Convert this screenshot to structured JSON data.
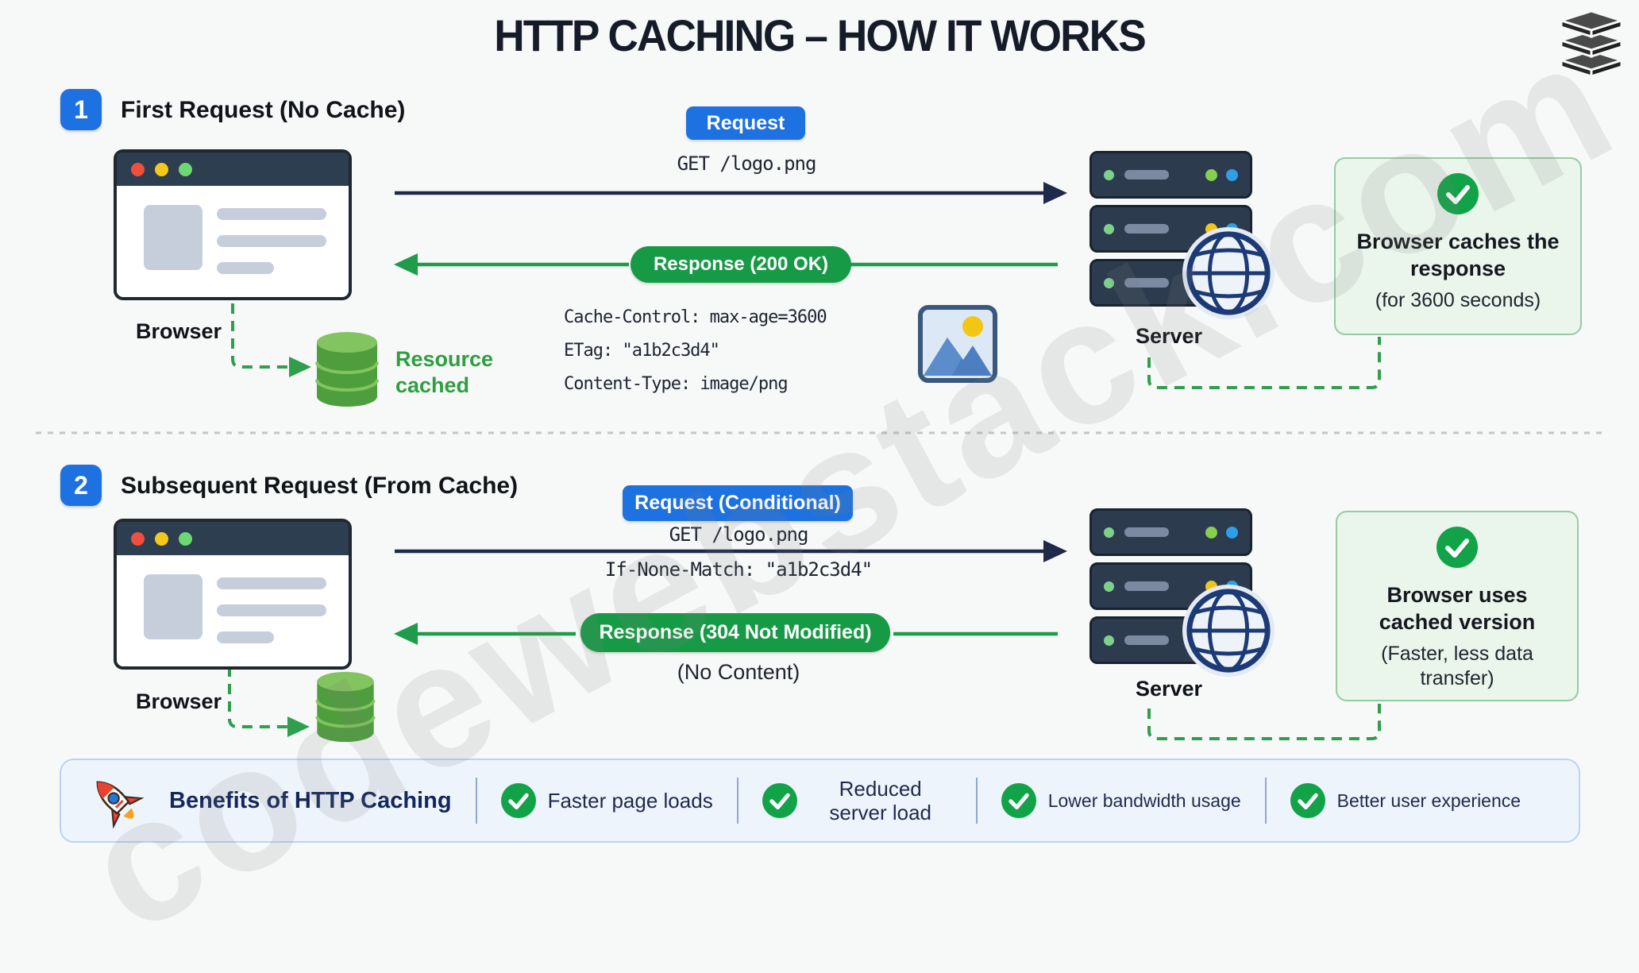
{
  "title": "HTTP CACHING – HOW IT WORKS",
  "watermark": "codewebstack.com",
  "sections": [
    {
      "number": "1",
      "heading": "First Request (No Cache)",
      "browser_label": "Browser",
      "cache_label": "Resource cached",
      "request_badge": "Request",
      "request_lines": [
        "GET /logo.png"
      ],
      "response_badge": "Response (200 OK)",
      "response_lines": [
        "Cache-Control: max-age=3600",
        "ETag: \"a1b2c3d4\"",
        "Content-Type: image/png"
      ],
      "server_label": "Server",
      "note_title": "Browser caches the response",
      "note_subtitle": "(for 3600 seconds)"
    },
    {
      "number": "2",
      "heading": "Subsequent Request (From Cache)",
      "browser_label": "Browser",
      "request_badge": "Request (Conditional)",
      "request_lines": [
        "GET /logo.png",
        "If-None-Match: \"a1b2c3d4\""
      ],
      "response_badge": "Response (304 Not Modified)",
      "response_note": "(No Content)",
      "server_label": "Server",
      "note_title": "Browser uses cached version",
      "note_subtitle": "(Faster, less data transfer)"
    }
  ],
  "benefits": {
    "heading": "Benefits of HTTP Caching",
    "items": [
      "Faster page loads",
      "Reduced server load",
      "Lower bandwidth usage",
      "Better user experience"
    ]
  },
  "colors": {
    "accent_blue": "#1d71e0",
    "accent_green": "#179a46",
    "navy": "#1e2a4a",
    "note_bg": "#eaf5ec",
    "benefits_bg": "#eef4fc"
  }
}
